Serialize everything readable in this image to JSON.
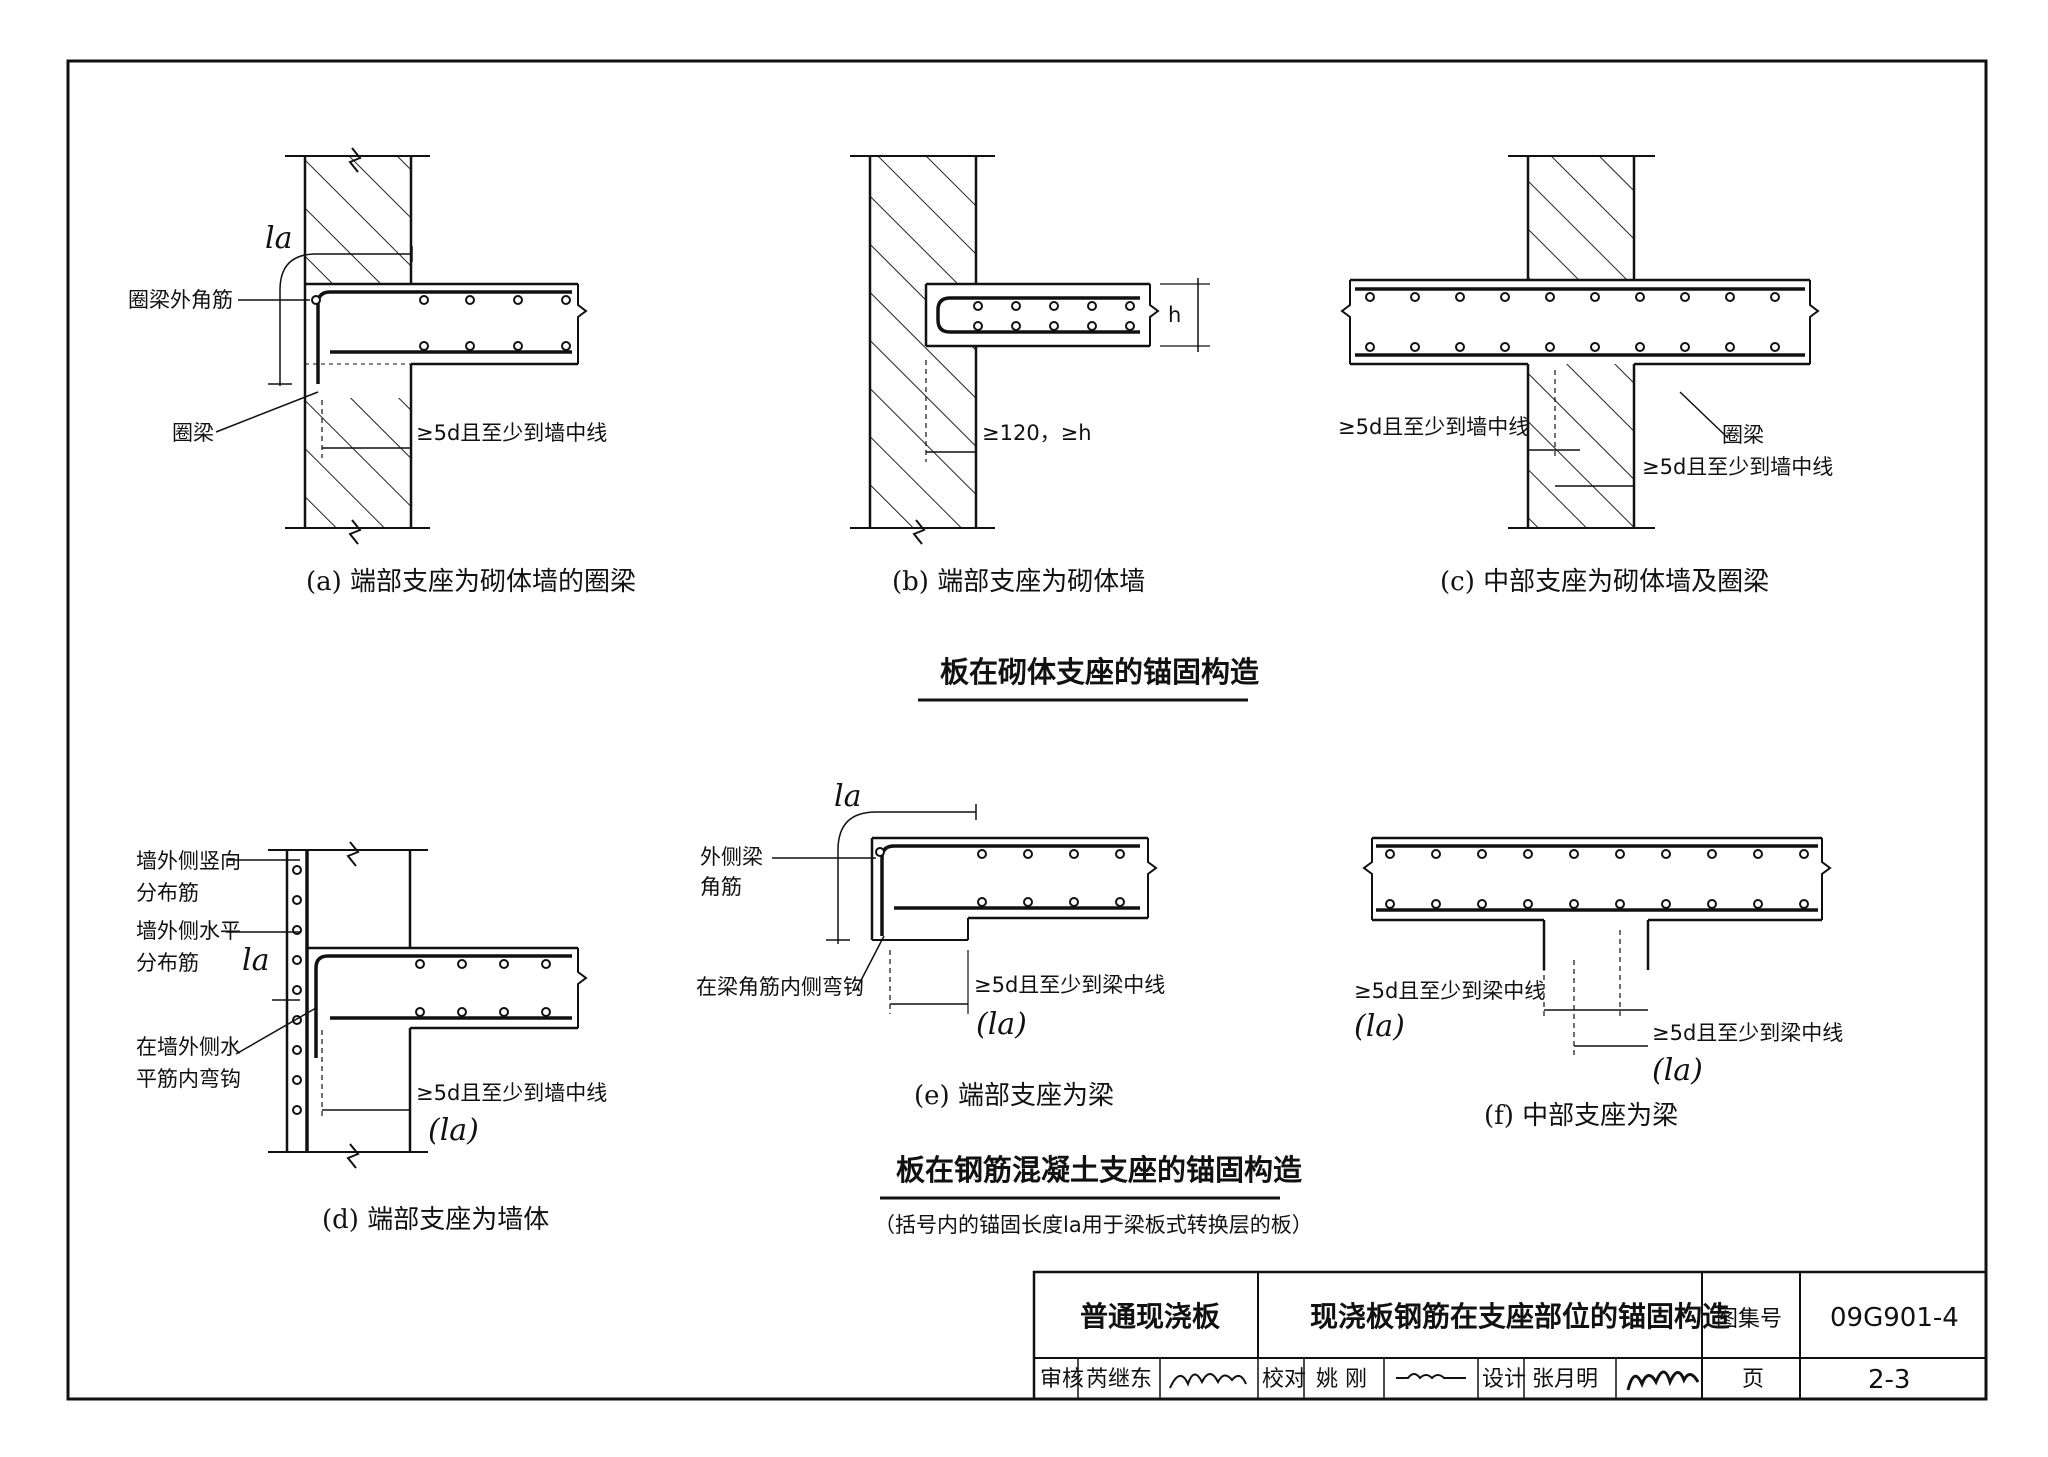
{
  "subtitles": {
    "masonry_title": "板在砌体支座的锚固构造",
    "rc_title": "板在钢筋混凝土支座的锚固构造",
    "rc_note": "（括号内的锚固长度la用于梁板式转换层的板）"
  },
  "panel_a": {
    "caption": "(a)  端部支座为砌体墙的圈梁",
    "la": "la",
    "label_corner": "圈梁外角筋",
    "label_beam": "圈梁",
    "dim": "≥5d且至少到墙中线"
  },
  "panel_b": {
    "caption": "(b)  端部支座为砌体墙",
    "h": "h",
    "dim": "≥120，≥h"
  },
  "panel_c": {
    "caption": "(c)  中部支座为砌体墙及圈梁",
    "label_beam": "圈梁",
    "dim_left": "≥5d且至少到墙中线",
    "dim_right": "≥5d且至少到墙中线"
  },
  "panel_d": {
    "caption": "(d)  端部支座为墙体",
    "label_vert_1": "墙外侧竖向",
    "label_vert_2": "分布筋",
    "label_horiz_1": "墙外侧水平",
    "label_horiz_2": "分布筋",
    "label_hook_1": "在墙外侧水",
    "label_hook_2": "平筋内弯钩",
    "la": "la",
    "dim": "≥5d且至少到墙中线",
    "dim_paren": "(la)"
  },
  "panel_e": {
    "caption": "(e)  端部支座为梁",
    "la": "la",
    "label_corner_1": "外侧梁",
    "label_corner_2": "角筋",
    "label_hook": "在梁角筋内侧弯钩",
    "dim": "≥5d且至少到梁中线",
    "dim_paren": "(la)"
  },
  "panel_f": {
    "caption": "(f)  中部支座为梁",
    "dim_left": "≥5d且至少到梁中线",
    "dim_left_paren": "(la)",
    "dim_right": "≥5d且至少到梁中线",
    "dim_right_paren": "(la)"
  },
  "title_block": {
    "category": "普通现浇板",
    "drawing_title": "现浇板钢筋在支座部位的锚固构造",
    "atlas_label": "图集号",
    "atlas_no": "09G901-4",
    "review_label": "审核",
    "reviewer": "芮继东",
    "check_label": "校对",
    "checker": "姚  刚",
    "design_label": "设计",
    "designer": "张月明",
    "page_label": "页",
    "page_no": "2-3"
  }
}
